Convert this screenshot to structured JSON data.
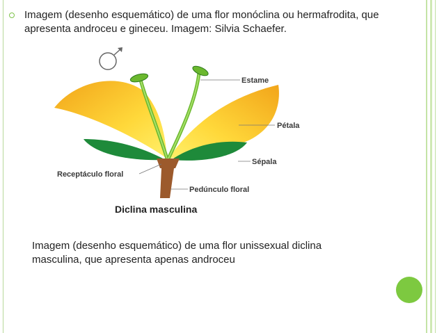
{
  "bullet": {
    "text": "Imagem (desenho esquemático) de uma flor monóclina ou hermafrodita, que apresenta androceu e gineceu. Imagem: Silvia Schaefer."
  },
  "diagram": {
    "title": "Diclina masculina",
    "labels": {
      "estame": "Estame",
      "petala": "Pétala",
      "sepala": "Sépala",
      "receptaculo": "Receptáculo floral",
      "pedunculo": "Pedúnculo floral"
    },
    "symbol": "male-symbol"
  },
  "caption": {
    "text": "Imagem (desenho esquemático) de uma flor unissexual diclina masculina, que apresenta apenas androceu"
  },
  "colors": {
    "accent": "#7dc940",
    "petal_outer": "#f2a51a",
    "petal_inner": "#ffe24a",
    "sepal": "#1e8a3a",
    "stem": "#9c5a2c",
    "stamen": "#6bb82e"
  }
}
